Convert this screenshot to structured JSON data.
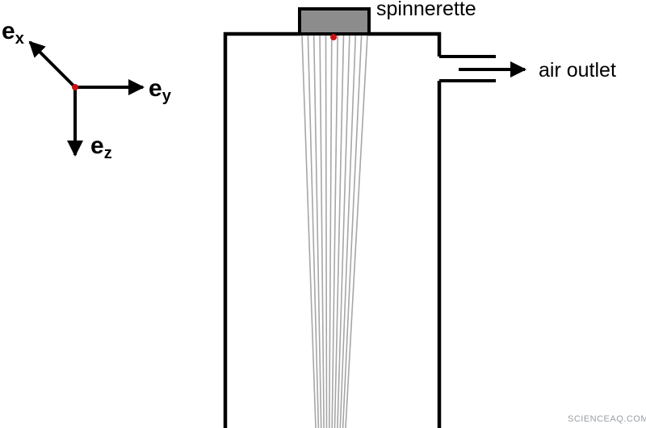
{
  "axes": {
    "ex": {
      "base": "e",
      "sub": "x"
    },
    "ey": {
      "base": "e",
      "sub": "y"
    },
    "ez": {
      "base": "e",
      "sub": "z"
    }
  },
  "labels": {
    "spinnerette": "spinnerette",
    "air_outlet": "air outlet"
  },
  "watermark": "SCIENCEAQ.COM",
  "fiber_count": 12,
  "colors": {
    "outline": "#000000",
    "fiber": "#a6a6a6",
    "spinnerette_fill": "#8c8c8c",
    "origin_dot": "#cc1111",
    "watermark": "#9aa0a6"
  }
}
